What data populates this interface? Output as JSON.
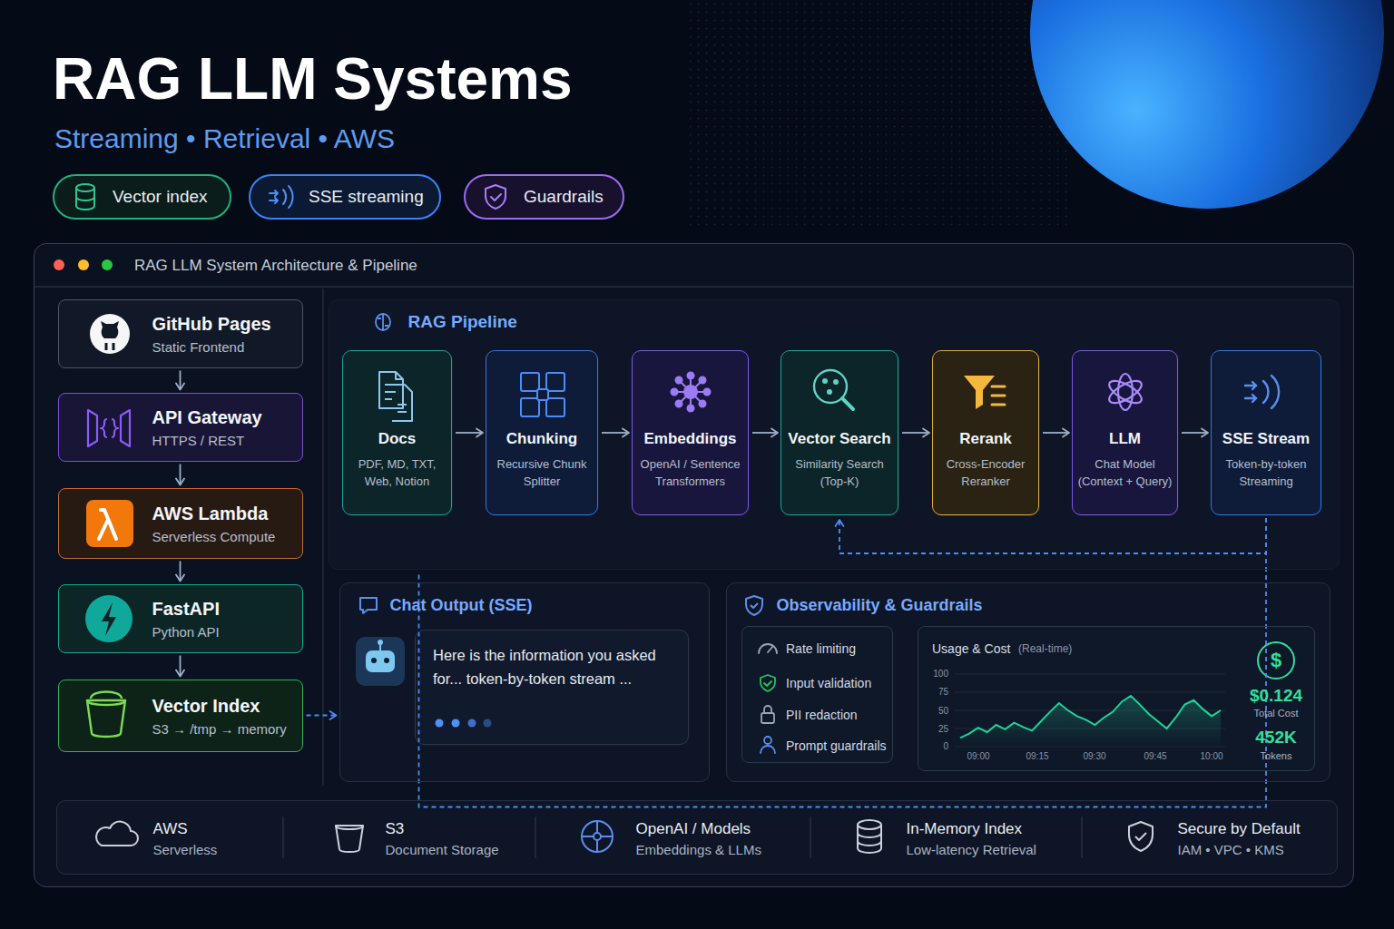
{
  "diagram": {
    "title": "RAG LLM Systems",
    "nodes": [
      {
        "text": [
          "Vector index"
        ]
      },
      {
        "text": [
          "SSE streaming"
        ]
      },
      {
        "text": [
          "Guardrails"
        ]
      },
      {
        "text": [
          "RAG LLM System Architecture & Pipeline"
        ]
      },
      {
        "text": [
          "GitHub Pages",
          "Static Frontend"
        ],
        "in": 3
      },
      {
        "text": [
          "API Gateway",
          "HTTPS / REST"
        ],
        "in": 3
      },
      {
        "text": [
          "AWS Lambda",
          "Serverless Compute"
        ],
        "in": 3
      },
      {
        "text": [
          "FastAPI",
          "Python API"
        ],
        "in": 3
      },
      {
        "text": [
          "Vector Index",
          "S3 → /tmp → memory"
        ],
        "in": 3
      },
      {
        "text": [
          "RAG Pipeline"
        ],
        "in": 3
      },
      {
        "text": [
          "Docs",
          "PDF, MD, TXT, Web, Notion"
        ],
        "in": 9
      },
      {
        "text": [
          "Chunking",
          "Recursive Chunk Splitter"
        ],
        "in": 9
      },
      {
        "text": [
          "Embeddings",
          "OpenAI / Sentence Transformers"
        ],
        "in": 9
      },
      {
        "text": [
          "Vector Search",
          "Similarity Search (Top-K)"
        ],
        "in": 9
      },
      {
        "text": [
          "Rerank",
          "Cross-Encoder Reranker"
        ],
        "in": 9
      },
      {
        "text": [
          "LLM",
          "Chat Model (Context + Query)"
        ],
        "in": 9
      },
      {
        "text": [
          "SSE Stream",
          "Token-by-token Streaming"
        ],
        "in": 9
      },
      {
        "text": [
          "Chat Output (SSE)"
        ],
        "in": 3
      },
      {
        "text": [
          "Here is the information you asked for... token-by-token stream ..."
        ],
        "in": 17
      },
      {
        "text": [
          "Observability & Guardrails"
        ],
        "in": 3
      },
      {
        "text": [
          "Rate limiting",
          "Input validation",
          "PII redaction",
          "Prompt guardrails"
        ],
        "in": 19
      },
      {
        "text": [
          "Usage & Cost",
          "(Real-time)",
          "100",
          "75",
          "50",
          "25",
          "0",
          "09:00",
          "09:15",
          "09:30",
          "09:45",
          "10:00",
          "$0.124",
          "Total Cost",
          "452K",
          "Tokens"
        ],
        "in": 19
      },
      {
        "text": [
          "AWS",
          "Serverless",
          "S3",
          "Document Storage",
          "OpenAI / Models",
          "Embeddings & LLMs",
          "In-Memory Index",
          "Low-latency Retrieval",
          "Secure by Default",
          "IAM • VPC • KMS"
        ],
        "in": 3
      }
    ],
    "edges": [
      {
        "from": 4,
        "to": 5,
        "arrow": "to"
      },
      {
        "from": 5,
        "to": 6,
        "arrow": "to"
      },
      {
        "from": 6,
        "to": 7,
        "arrow": "to"
      },
      {
        "from": 7,
        "to": 8,
        "arrow": "to"
      },
      {
        "from": 8,
        "to": 17,
        "arrow": "to"
      },
      {
        "from": 10,
        "to": 11,
        "arrow": "to"
      },
      {
        "from": 11,
        "to": 12,
        "arrow": "to"
      },
      {
        "from": 12,
        "to": 13,
        "arrow": "to"
      },
      {
        "from": 13,
        "to": 14,
        "arrow": "to"
      },
      {
        "from": 14,
        "to": 15,
        "arrow": "to"
      },
      {
        "from": 15,
        "to": 16,
        "arrow": "to"
      },
      {
        "from": 16,
        "to": 13,
        "arrow": "to"
      },
      {
        "from": 16,
        "to": 17,
        "arrow": "none"
      }
    ],
    "labels": [
      "Streaming • Retrieval • AWS",
      "$"
    ]
  }
}
